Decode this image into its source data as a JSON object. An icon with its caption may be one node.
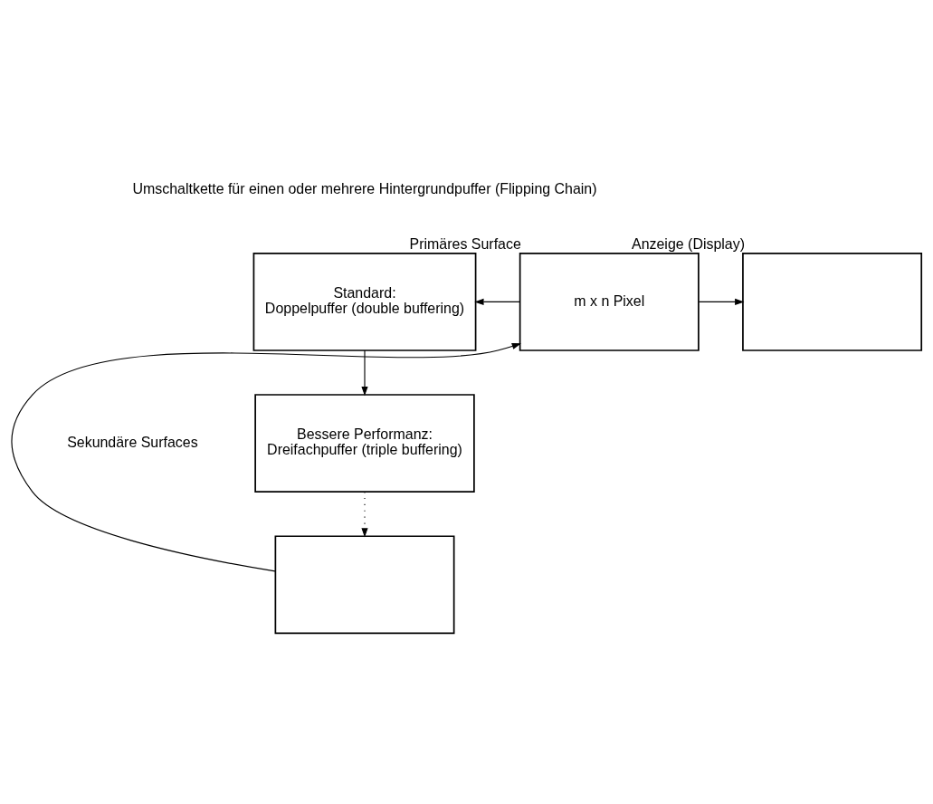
{
  "diagram": {
    "nodes": [
      {
        "text": [
          "Standard:",
          "Doppelpuffer (double buffering)"
        ]
      },
      {
        "text": [
          "m x n Pixel"
        ],
        "beside": [
          "Primäres Surface"
        ]
      },
      {
        "text": [],
        "shape": "box",
        "beside": [
          "Anzeige (Display)"
        ]
      },
      {
        "text": [
          "Bessere Performanz:",
          "Dreifachpuffer (triple buffering)"
        ]
      },
      {
        "text": [],
        "shape": "box"
      }
    ],
    "edges": [
      {
        "from": 1,
        "to": 0,
        "arrow": "to"
      },
      {
        "from": 1,
        "to": 2,
        "arrow": "to"
      },
      {
        "from": 0,
        "to": 3,
        "arrow": "to"
      },
      {
        "from": 3,
        "to": 4,
        "arrow": "to",
        "style": "dashed"
      },
      {
        "from": 4,
        "to": 1,
        "arrow": "to"
      }
    ],
    "labels": [
      "Umschaltkette für einen oder mehrere Hintergrundpuffer (Flipping Chain)",
      "Sekundäre Surfaces"
    ]
  }
}
